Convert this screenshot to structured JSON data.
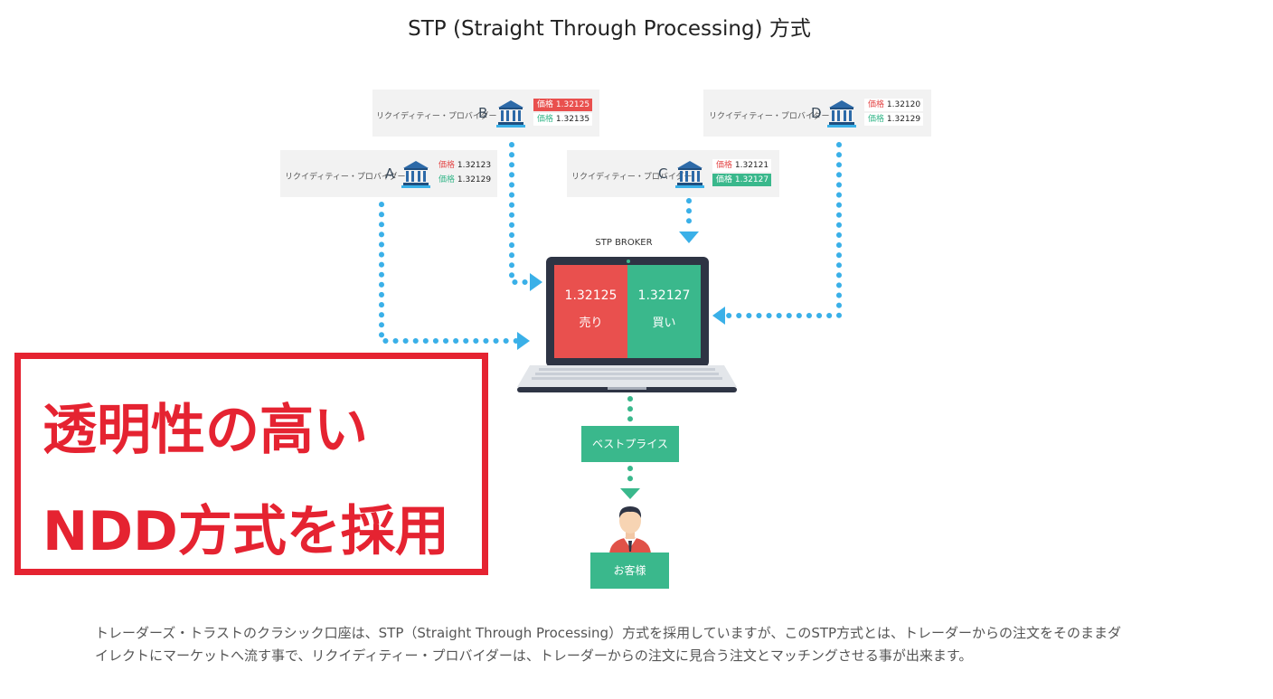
{
  "title": "STP (Straight Through Processing) 方式",
  "providers": {
    "A": {
      "name": "リクイディティー・プロバイダー",
      "letter": "A",
      "prices": [
        {
          "label": "価格",
          "value": "1.32123"
        },
        {
          "label": "価格",
          "value": "1.32129"
        }
      ]
    },
    "B": {
      "name": "リクイディティー・プロバイダー",
      "letter": "B",
      "prices": [
        {
          "label": "価格",
          "value": "1.32125"
        },
        {
          "label": "価格",
          "value": "1.32135"
        }
      ]
    },
    "C": {
      "name": "リクイディティー・プロバイダー",
      "letter": "C",
      "prices": [
        {
          "label": "価格",
          "value": "1.32121"
        },
        {
          "label": "価格",
          "value": "1.32127"
        }
      ]
    },
    "D": {
      "name": "リクイディティー・プロバイダー",
      "letter": "D",
      "prices": [
        {
          "label": "価格",
          "value": "1.32120"
        },
        {
          "label": "価格",
          "value": "1.32129"
        }
      ]
    }
  },
  "broker": {
    "label": "STP BROKER",
    "sell_value": "1.32125",
    "sell_label": "売り",
    "buy_value": "1.32127",
    "buy_label": "買い"
  },
  "best_price": "ベストプライス",
  "customer": "お客様",
  "overlay": {
    "line1": "透明性の高い",
    "line2": "NDD方式を採用"
  },
  "paragraph": "トレーダーズ・トラストのクラシック口座は、STP（Straight Through Processing）方式を採用していますが、このSTP方式とは、トレーダーからの注文をそのままダイレクトにマーケットへ流す事で、リクイディティー・プロバイダーは、トレーダーからの注文に見合う注文とマッチングさせる事が出来ます。",
  "colors": {
    "sell": "#e9504e",
    "buy": "#3ab88c",
    "arrow": "#3ab0e8",
    "overlay": "#e52331",
    "laptop": "#2e3444"
  }
}
